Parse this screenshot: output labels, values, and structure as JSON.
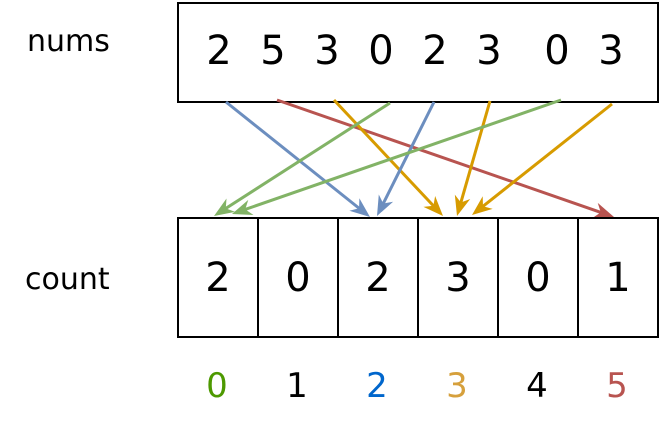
{
  "labels": {
    "nums": "nums",
    "count": "count"
  },
  "nums": [
    "2",
    "5",
    "3",
    "0",
    "2",
    "3",
    "0",
    "3"
  ],
  "count": [
    "2",
    "0",
    "2",
    "3",
    "0",
    "1"
  ],
  "indices": [
    {
      "text": "0",
      "color": "#4d9900"
    },
    {
      "text": "1",
      "color": "#000000"
    },
    {
      "text": "2",
      "color": "#0066cc"
    },
    {
      "text": "3",
      "color": "#d6a03c"
    },
    {
      "text": "4",
      "color": "#000000"
    },
    {
      "text": "5",
      "color": "#b85450"
    }
  ],
  "arrow_colors": {
    "0": "#82b366",
    "2": "#6c8ebf",
    "3": "#d79b00",
    "5": "#b85450"
  }
}
